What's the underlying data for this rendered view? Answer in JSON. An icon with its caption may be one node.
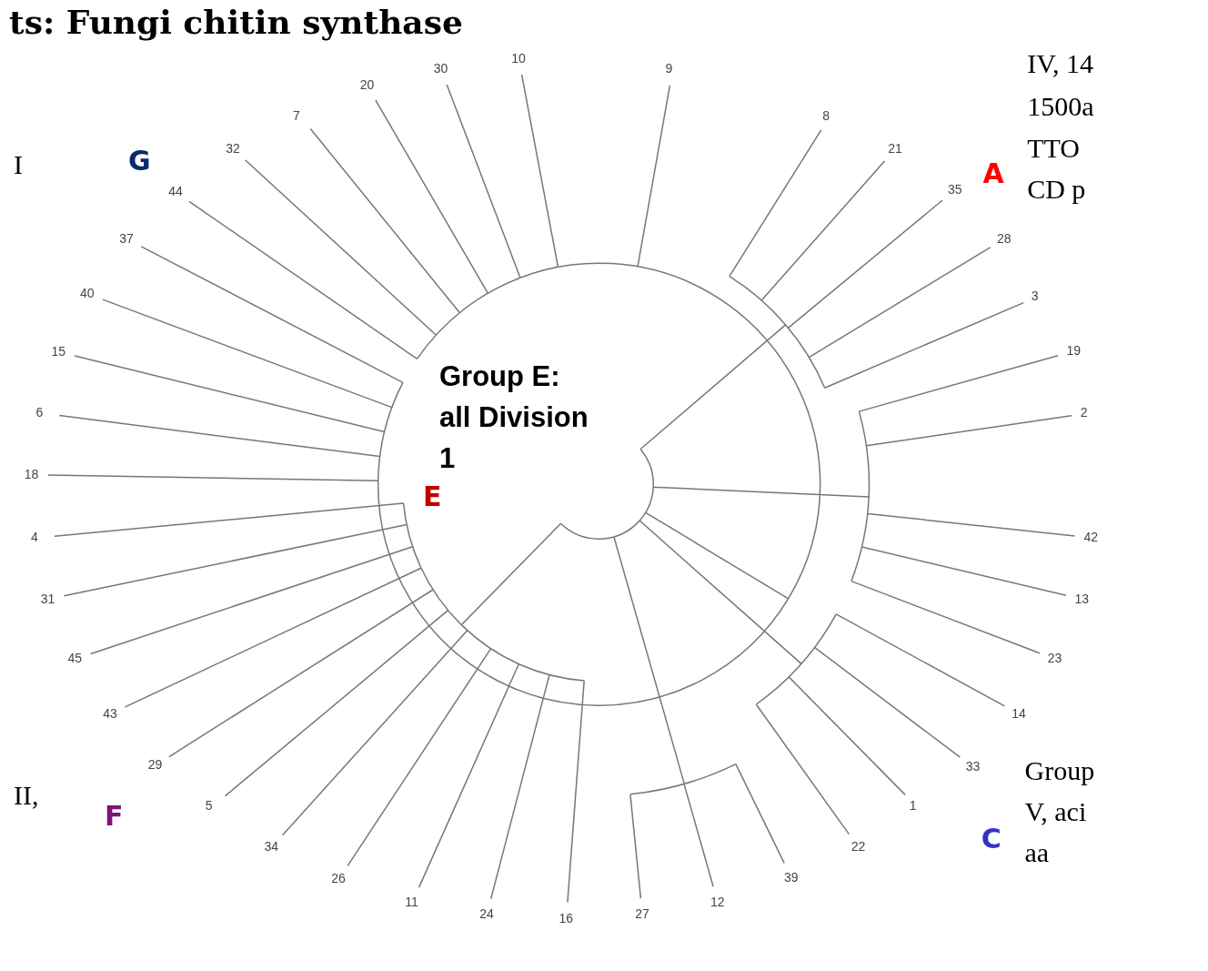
{
  "diagram": {
    "title": "ts: Fungi chitin synthase",
    "labels": [
      "IV, 14",
      "1500a",
      "TTO",
      "CD p",
      "I",
      "G",
      "A",
      "Group E: all Division 1",
      "E",
      "II,",
      "F",
      "C",
      "Group",
      "V, aci",
      "aa",
      "8",
      "21",
      "35",
      "28",
      "3",
      "19",
      "2",
      "42",
      "13",
      "23",
      "14",
      "33",
      "1",
      "22",
      "39",
      "12",
      "27",
      "16",
      "24",
      "11",
      "26",
      "34",
      "5",
      "29",
      "43",
      "45",
      "31",
      "4",
      "18",
      "6",
      "15",
      "40",
      "37",
      "44",
      "32",
      "7",
      "20",
      "30",
      "10",
      "9"
    ]
  }
}
